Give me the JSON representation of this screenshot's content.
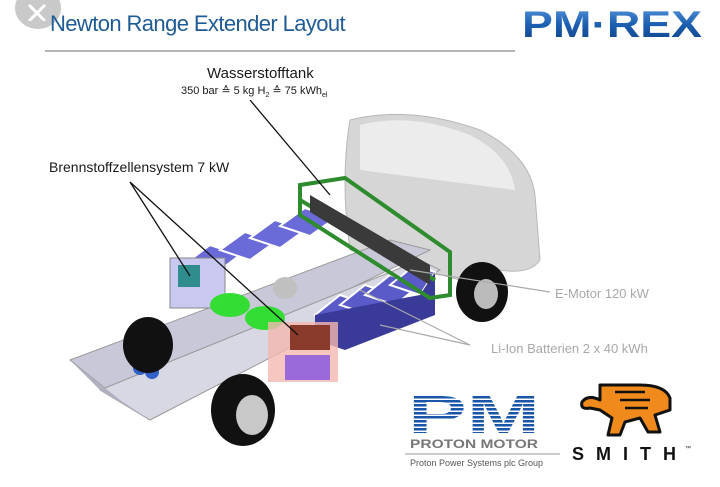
{
  "slide": {
    "title": "Newton Range Extender Layout",
    "brand_logo": "PM·REX",
    "colors": {
      "title": "#1f5b94",
      "brand_blue": "#1c5fb0",
      "battery": "#6a6ad8",
      "tank_frame": "#2e8b2e",
      "fuel_cell_tank": "#33dd33",
      "smith_orange": "#f08a1c",
      "label_gray": "#a8a8a8"
    }
  },
  "overlay": {
    "close_icon": "close-icon"
  },
  "annotations": {
    "tank": {
      "title": "Wasserstofftank",
      "spec_prefix": "350 bar ≙ 5 kg H",
      "spec_sub1": "2",
      "spec_mid": " ≙ 75 kWh",
      "spec_sub2": "el"
    },
    "fuel_cell": "Brennstoffzellensystem 7 kW",
    "motor": "E-Motor 120 kW",
    "batteries": "Li-Ion Batterien  2 x 40 kWh"
  },
  "logos": {
    "proton_motor": {
      "mark": "PM",
      "name": "PROTON MOTOR",
      "tagline": "Proton Power Systems plc Group"
    },
    "smith": {
      "name": "SMITH",
      "tm": "™"
    }
  }
}
